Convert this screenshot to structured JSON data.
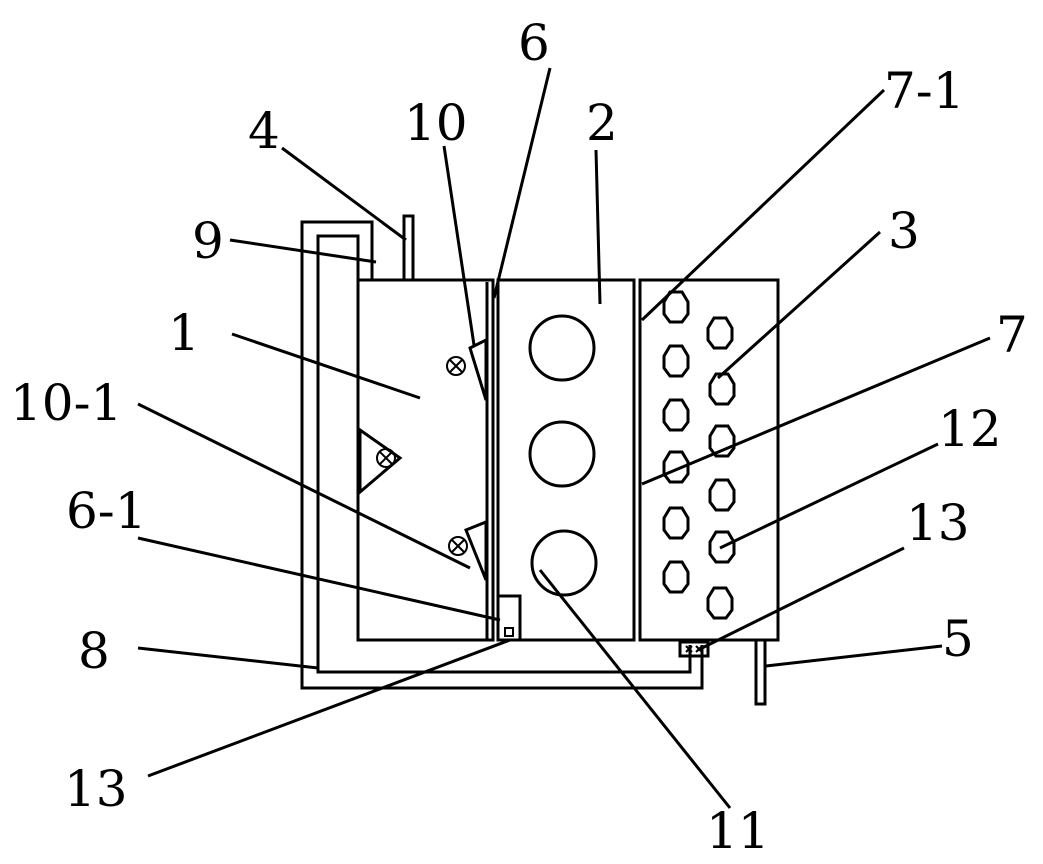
{
  "labels": {
    "l1": "1",
    "l2": "2",
    "l3": "3",
    "l4": "4",
    "l5": "5",
    "l6": "6",
    "l6_1": "6-1",
    "l7": "7",
    "l7_1": "7-1",
    "l8": "8",
    "l9": "9",
    "l10": "10",
    "l10_1": "10-1",
    "l11": "11",
    "l12": "12",
    "l13_right": "13",
    "l13_bottom": "13"
  }
}
